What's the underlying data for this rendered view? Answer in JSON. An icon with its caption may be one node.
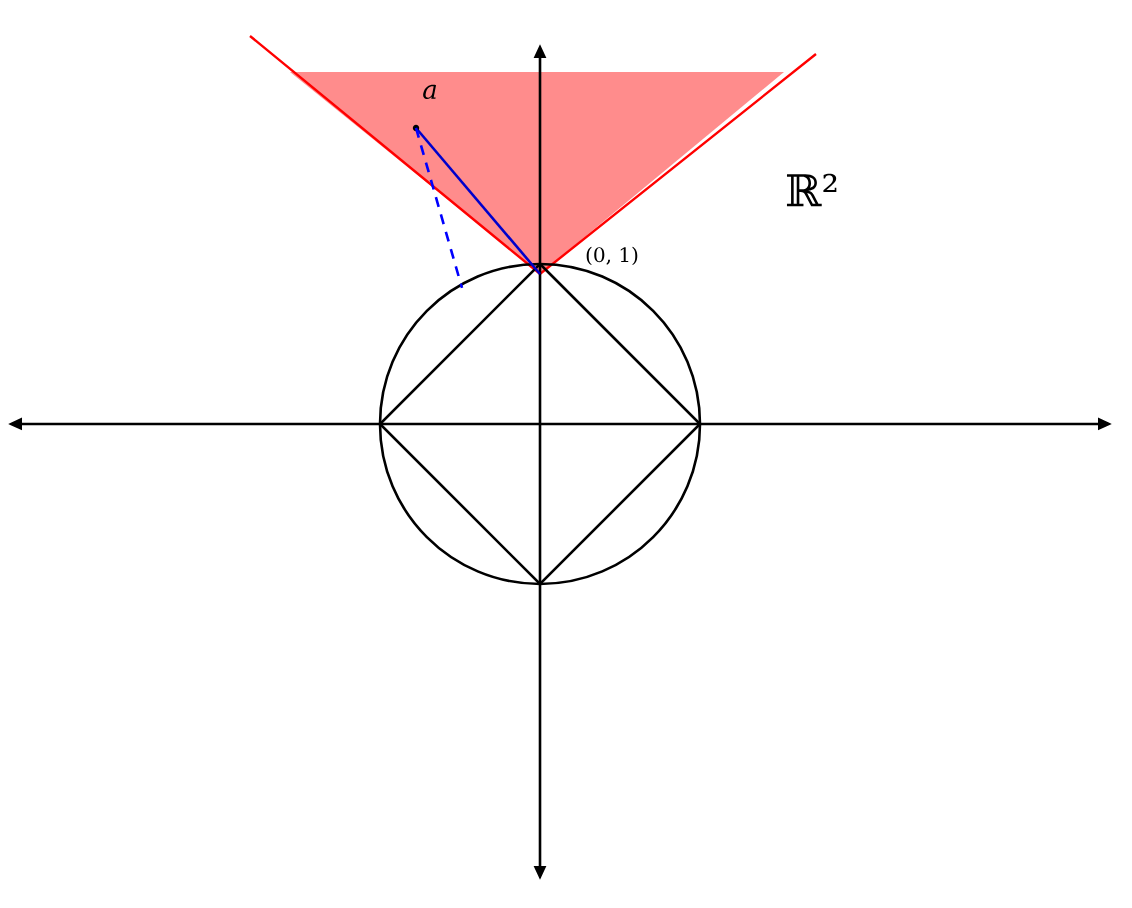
{
  "diagram": {
    "labels": [
      "a",
      "ℝ²",
      "(0, 1)"
    ]
  }
}
